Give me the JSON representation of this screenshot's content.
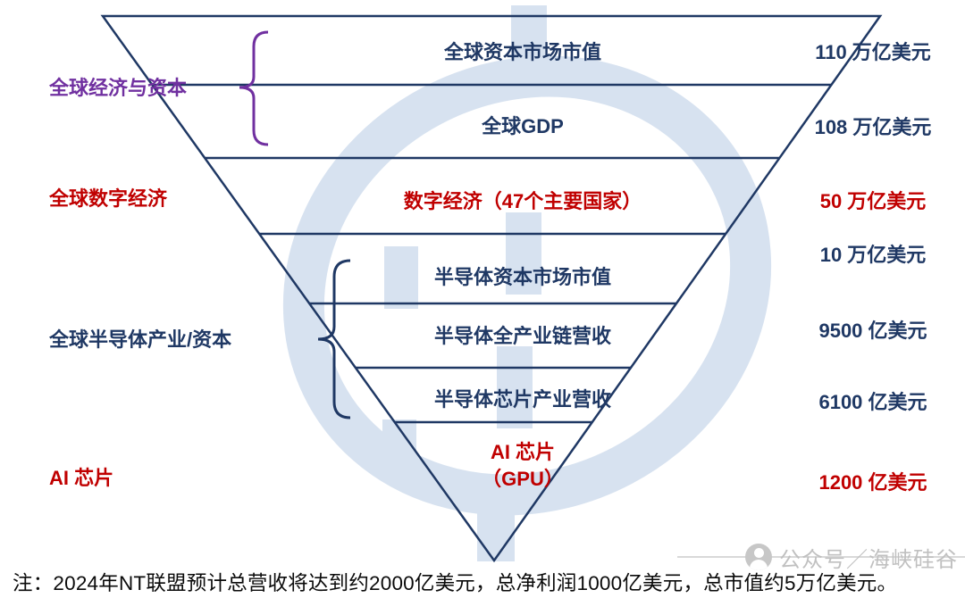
{
  "pyramid": {
    "rows": [
      {
        "label": "全球资本市场市值",
        "value": "110 万亿美元"
      },
      {
        "label": "全球GDP",
        "value": "108 万亿美元"
      },
      {
        "label": "数字经济（47个主要国家）",
        "value": "50 万亿美元"
      },
      {
        "label": "半导体资本市场市值",
        "value": "10 万亿美元"
      },
      {
        "label": "半导体全产业链营收",
        "value": "9500 亿美元"
      },
      {
        "label": "半导体芯片产业营收",
        "value": "6100 亿美元"
      },
      {
        "label": "AI 芯片\n（GPU）",
        "value": "1200 亿美元"
      }
    ],
    "groups": [
      {
        "label": "全球经济与资本"
      },
      {
        "label": "全球数字经济"
      },
      {
        "label": "全球半导体产业/资本"
      },
      {
        "label": "AI 芯片"
      }
    ]
  },
  "note": "注：2024年NT联盟预计总营收将达到约2000亿美元，总净利润1000亿美元，总市值约5万亿美元。",
  "watermark_text": "公众号／海峡硅谷",
  "colors": {
    "navy": "#1f3864",
    "red": "#c00000",
    "purple": "#7030a0",
    "watermark_blue": "#b8cce4"
  }
}
